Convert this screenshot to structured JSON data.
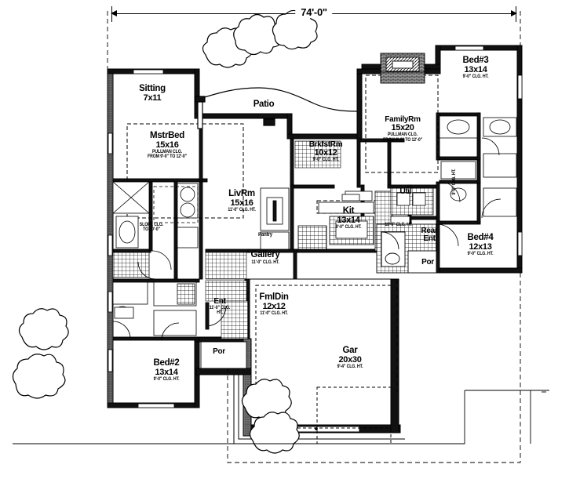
{
  "drawing": {
    "type": "residential-floor-plan",
    "overall_width_dimension": "74'-0\""
  },
  "rooms": [
    {
      "id": "sitting",
      "name": "Sitting",
      "dims": "7x11",
      "clg": ""
    },
    {
      "id": "mstrbed",
      "name": "MstrBed",
      "dims": "15x16",
      "clg": "PULLMAN CLG.\nFROM 9'-0\" TO 12'-0\""
    },
    {
      "id": "livrm",
      "name": "LivRm",
      "dims": "15x16",
      "clg": "11'-0\" CLG. HT."
    },
    {
      "id": "patio",
      "name": "Patio",
      "dims": "",
      "clg": ""
    },
    {
      "id": "brkfstrm",
      "name": "BrkfstRm",
      "dims": "10x12",
      "clg": "9'-0\" CLG. HT."
    },
    {
      "id": "familyrm",
      "name": "FamilyRm",
      "dims": "15x20",
      "clg": "PULLMAN CLG.\nFROM 9'-0\" TO 12'-0\""
    },
    {
      "id": "kit",
      "name": "Kit",
      "dims": "13x14",
      "clg": "9'-0\" CLG. HT."
    },
    {
      "id": "gallery",
      "name": "Gallery",
      "dims": "",
      "clg": "11'-0\" CLG. HT."
    },
    {
      "id": "fmldin",
      "name": "FmlDin",
      "dims": "12x12",
      "clg": "11'-0\" CLG. HT."
    },
    {
      "id": "ent",
      "name": "Ent",
      "dims": "",
      "clg": "11'-0\" CLG. HT."
    },
    {
      "id": "gar",
      "name": "Gar",
      "dims": "20x30",
      "clg": "9'-4\" CLG. HT."
    },
    {
      "id": "bed2",
      "name": "Bed#2",
      "dims": "13x14",
      "clg": "9'-0\" CLG. HT."
    },
    {
      "id": "bed3",
      "name": "Bed#3",
      "dims": "13x14",
      "clg": "9'-0\" CLG. HT."
    },
    {
      "id": "bed4",
      "name": "Bed#4",
      "dims": "12x13",
      "clg": "9'-0\" CLG. HT."
    },
    {
      "id": "util",
      "name": "Util",
      "dims": "",
      "clg": ""
    },
    {
      "id": "rearent",
      "name": "Rear Ent",
      "dims": "",
      "clg": ""
    },
    {
      "id": "por_rear",
      "name": "Por",
      "dims": "",
      "clg": ""
    },
    {
      "id": "por_front",
      "name": "Por",
      "dims": "",
      "clg": ""
    },
    {
      "id": "pantry",
      "name": "Pantry",
      "dims": "",
      "clg": ""
    }
  ],
  "annotations": {
    "mstrbath_slope": "SLOPE CLG.\nTO 10'-0\"",
    "bed3_hall_clg": "9'-0\" CLG. HT.",
    "bed4_closet_clg": "9'-0\" CLG. HT."
  },
  "labels": {
    "sitting_name": "Sitting",
    "sitting_dims": "7x11",
    "mstrbed_name": "MstrBed",
    "mstrbed_dims": "15x16",
    "mstrbed_clg1": "PULLMAN CLG.",
    "mstrbed_clg2": "FROM 9'-0\" TO 12'-0\"",
    "livrm_name": "LivRm",
    "livrm_dims": "15x16",
    "livrm_clg": "11'-0\" CLG. HT.",
    "patio_name": "Patio",
    "brkfst_name": "BrkfstRm",
    "brkfst_dims": "10x12",
    "brkfst_clg": "9'-0\" CLG. HT.",
    "family_name": "FamilyRm",
    "family_dims": "15x20",
    "family_clg1": "PULLMAN CLG.",
    "family_clg2": "FROM 9'-0\" TO 12'-0\"",
    "kit_name": "Kit",
    "kit_dims": "13x14",
    "kit_clg": "9'-0\" CLG. HT.",
    "gallery_name": "Gallery",
    "gallery_clg": "11'-0\" CLG. HT.",
    "fmldin_name": "FmlDin",
    "fmldin_dims": "12x12",
    "fmldin_clg": "11'-0\" CLG. HT.",
    "ent_name": "Ent",
    "ent_clg1": "11'-0\" CLG.",
    "ent_clg2": "HT.",
    "gar_name": "Gar",
    "gar_dims": "20x30",
    "gar_clg": "9'-4\" CLG. HT.",
    "bed2_name": "Bed#2",
    "bed2_dims": "13x14",
    "bed2_clg": "9'-0\" CLG. HT.",
    "bed3_name": "Bed#3",
    "bed3_dims": "13x14",
    "bed3_clg": "9'-0\" CLG. HT.",
    "bed4_name": "Bed#4",
    "bed4_dims": "12x13",
    "bed4_clg": "9'-0\" CLG. HT.",
    "util_name": "Util",
    "rear_name": "Rear",
    "ent2_name": "Ent",
    "por_rear_name": "Por",
    "por_front_name": "Por",
    "pantry_name": "Pantry",
    "mbath_slope1": "SLOPE CLG.",
    "mbath_slope2": "TO 10'-0\"",
    "bed3_hall_clg": "9'-0\" CLG. HT.",
    "dim_top": "74'-0\""
  },
  "colors": {
    "line": "#000000",
    "paper": "#ffffff",
    "wall_fill": "#1a1a1a"
  }
}
